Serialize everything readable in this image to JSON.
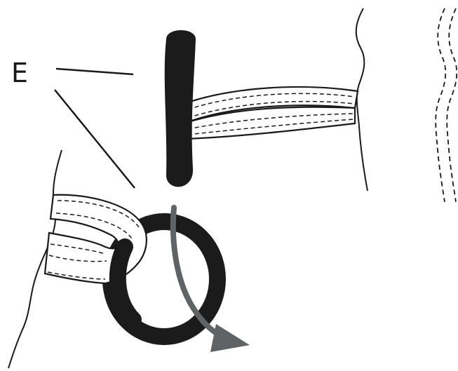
{
  "diagram": {
    "callout_label": "E",
    "colors": {
      "ink": "#1a1a1a",
      "toggle_fill": "#1b1b1b",
      "ring_fill": "#1b1b1b",
      "strap_fill": "#ffffff",
      "arrow": "#5f6366",
      "background": "#ffffff"
    },
    "parts": [
      "callout-label",
      "toggle-button",
      "right-strap-loop",
      "o-ring",
      "left-strap-loop",
      "insertion-arrow",
      "right-edge-fabric",
      "left-edge-fabric"
    ]
  }
}
